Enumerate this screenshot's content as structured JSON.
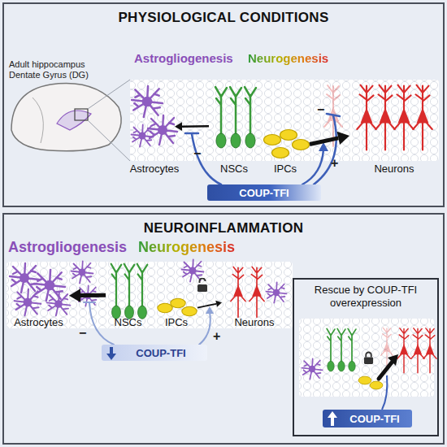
{
  "diagram": {
    "nodes": [
      {
        "text": [
          "PHYSIOLOGICAL CONDITIONS"
        ]
      },
      {
        "text": [
          "Astrocytes"
        ],
        "in": 0
      },
      {
        "text": [
          "NSCs"
        ],
        "in": 0
      },
      {
        "text": [
          "IPCs"
        ],
        "in": 0
      },
      {
        "text": [
          "Neurons"
        ],
        "in": 0
      },
      {
        "text": [
          "COUP-TFI"
        ],
        "in": 0
      },
      {
        "text": [
          "NEUROINFLAMMATION"
        ]
      },
      {
        "text": [
          "Astrocytes"
        ],
        "in": 6
      },
      {
        "text": [
          "NSCs"
        ],
        "in": 6
      },
      {
        "text": [
          "IPCs"
        ],
        "in": 6
      },
      {
        "text": [
          "Neurons"
        ],
        "in": 6
      },
      {
        "text": [
          "COUP-TFI"
        ],
        "in": 6
      },
      {
        "text": [
          "Rescue by COUP-TFI overexpression"
        ],
        "in": 6
      },
      {
        "text": [
          "COUP-TFI"
        ],
        "in": 12
      }
    ],
    "edges": [
      {
        "from": 2,
        "to": 1,
        "arrow": "to"
      },
      {
        "from": 3,
        "to": 4,
        "arrow": "to"
      },
      {
        "from": 8,
        "to": 7,
        "arrow": "to"
      },
      {
        "from": 9,
        "to": 10,
        "arrow": "to"
      }
    ],
    "labels": [
      "Adult hippocampus Dentate Gyrus (DG)",
      "Astrogliogenesis",
      "Neurogenesis",
      "−",
      "−",
      "+",
      "Astrogliogenesis",
      "Neurogenesis",
      "−",
      "+"
    ]
  }
}
